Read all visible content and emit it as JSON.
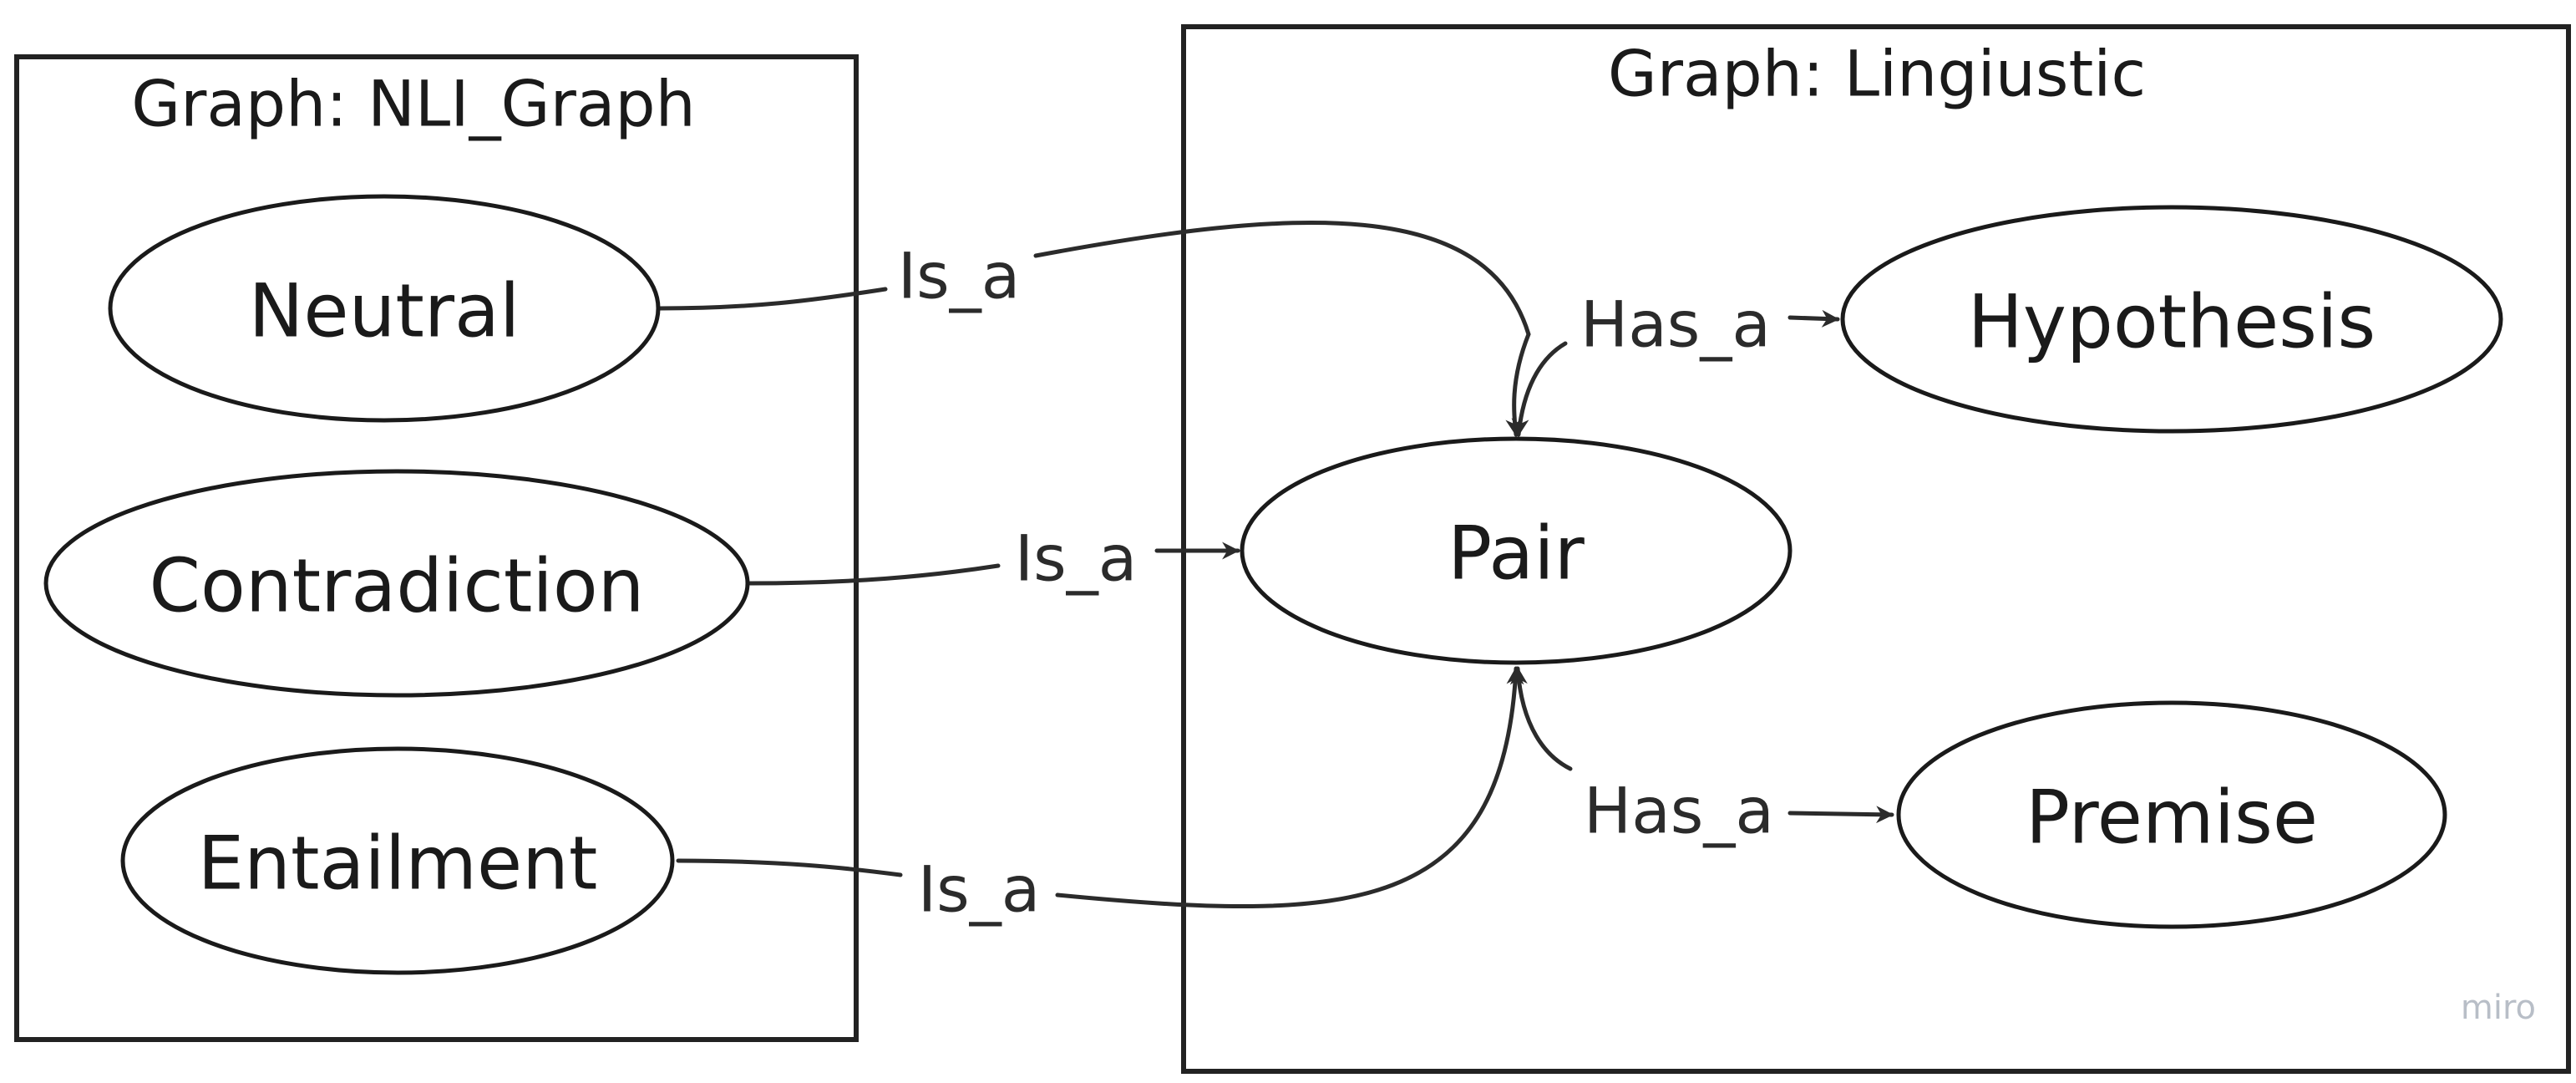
{
  "frames": {
    "nli": {
      "title": "Graph: NLI_Graph"
    },
    "linguistic": {
      "title": "Graph: Lingiustic"
    }
  },
  "nodes": {
    "neutral": "Neutral",
    "contradiction": "Contradiction",
    "entailment": "Entailment",
    "pair": "Pair",
    "hypothesis": "Hypothesis",
    "premise": "Premise"
  },
  "edges": [
    {
      "from": "Neutral",
      "to": "Pair",
      "label": "Is_a"
    },
    {
      "from": "Contradiction",
      "to": "Pair",
      "label": "Is_a"
    },
    {
      "from": "Entailment",
      "to": "Pair",
      "label": "Is_a"
    },
    {
      "from": "Pair",
      "to": "Hypothesis",
      "label": "Has_a"
    },
    {
      "from": "Pair",
      "to": "Premise",
      "label": "Has_a"
    }
  ],
  "watermark": "miro",
  "colors": {
    "stroke": "#1a1a1a",
    "background": "#ffffff",
    "watermark": "#b8bec7"
  }
}
